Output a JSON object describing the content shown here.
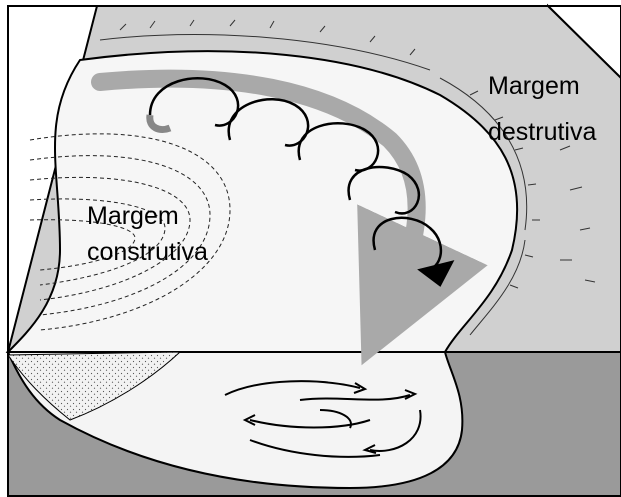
{
  "labels": {
    "destructive_line1": "Margem",
    "destructive_line2": "destrutiva",
    "constructive_line1": "Margem",
    "constructive_line2": "construtiva"
  },
  "colors": {
    "ground": "#c8c8c8",
    "block_side": "#9a9a9a",
    "water": "#f4f4f4",
    "flow_arrow": "#a9a9a9",
    "helical_ribbon": "#b8b8b8",
    "outline": "#000000"
  },
  "icons": {
    "main_flow": "curved-flow-arrow-icon",
    "helical_flow": "helical-spiral-arrow-icon",
    "cross_section_eddies": "circulation-arrows-icon"
  }
}
